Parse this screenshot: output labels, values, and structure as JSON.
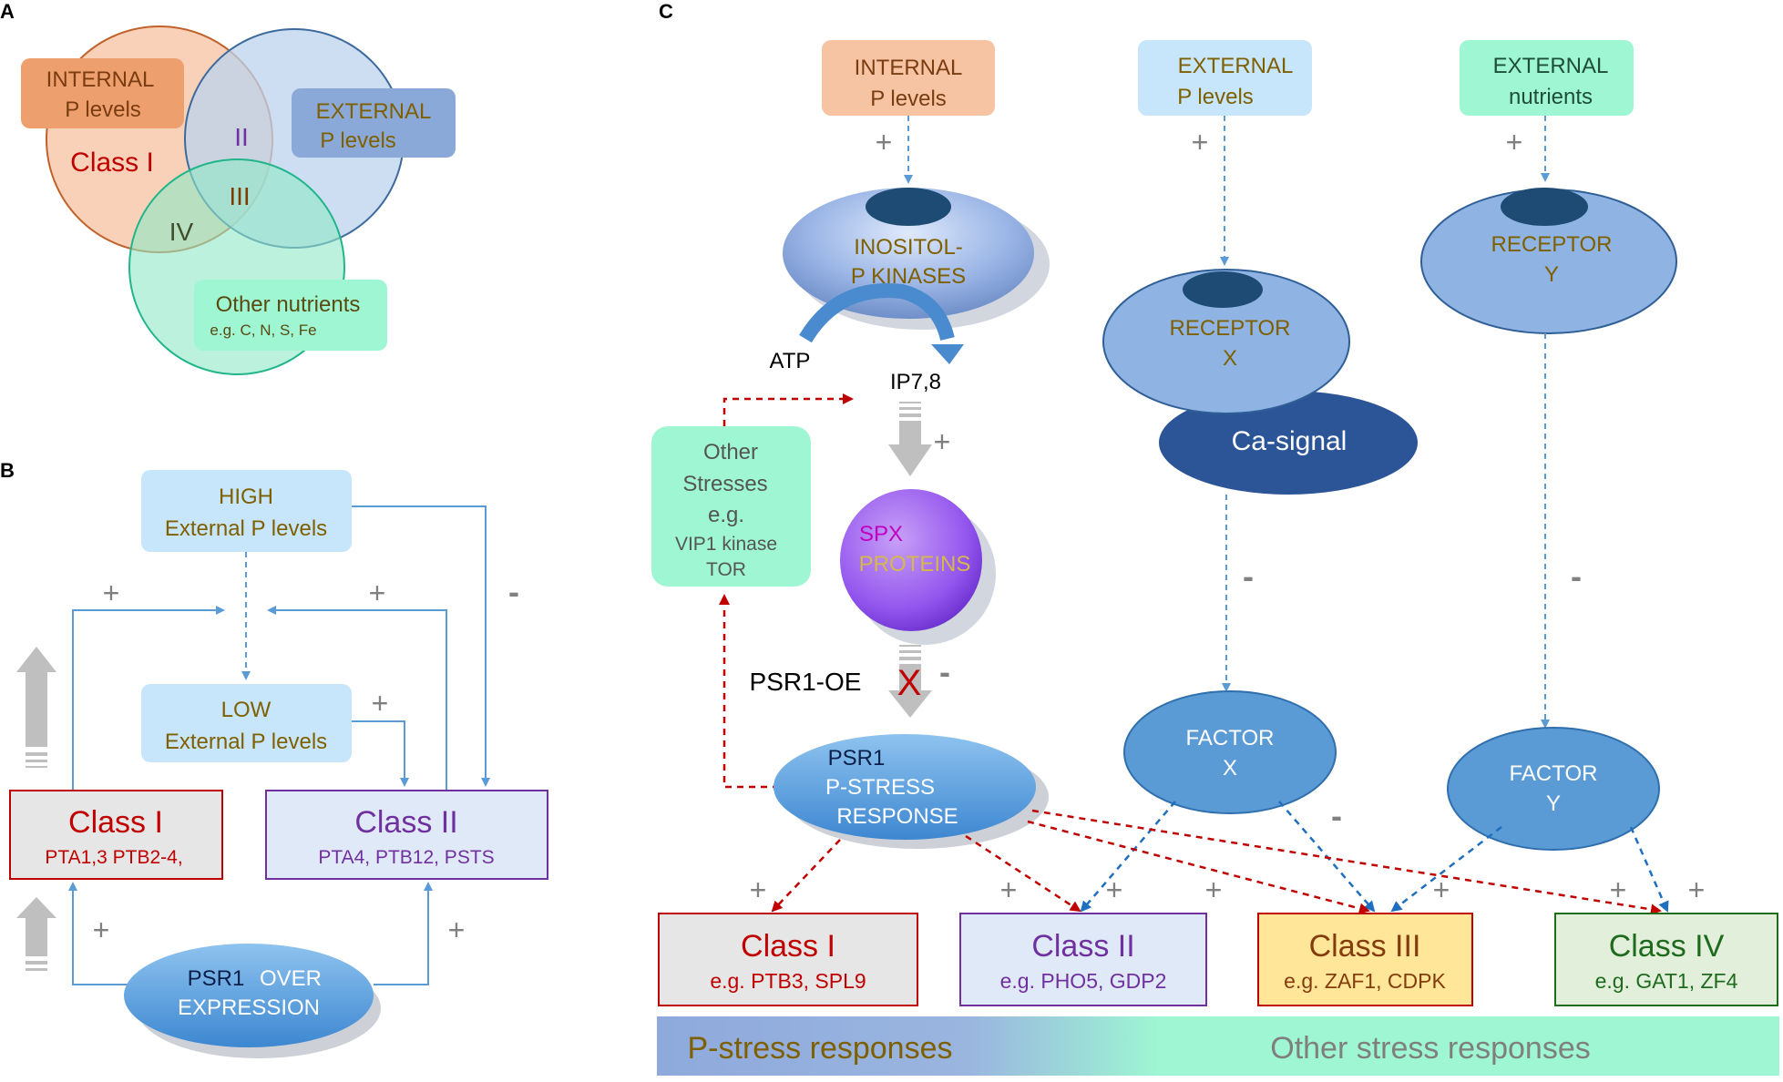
{
  "panel_a": {
    "letter": "A",
    "internal_box": [
      "INTERNAL",
      "P levels"
    ],
    "external_box": [
      "EXTERNAL",
      "P levels"
    ],
    "other_box": [
      "Other nutrients",
      "e.g. C, N, S, Fe"
    ],
    "class_i": "Class I",
    "class_ii": "II",
    "class_iii": "III",
    "class_iv": "IV"
  },
  "panel_b": {
    "letter": "B",
    "high_box": [
      "HIGH",
      "External P levels"
    ],
    "low_box": [
      "LOW",
      "External P levels"
    ],
    "class_i": {
      "title": "Class I",
      "genes": "PTA1,3 PTB2-4,"
    },
    "class_ii": {
      "title": "Class II",
      "genes": "PTA4, PTB12, PSTS"
    },
    "psr1_over": [
      "PSR1",
      "OVER",
      "EXPRESSION"
    ],
    "plus": "+",
    "minus": "-"
  },
  "panel_c": {
    "letter": "C",
    "internal_p": [
      "INTERNAL",
      "P levels"
    ],
    "external_p": [
      "EXTERNAL",
      "P levels"
    ],
    "external_nutrients": [
      "EXTERNAL",
      "nutrients"
    ],
    "inositol": [
      "INOSITOL-",
      "P KINASES"
    ],
    "atp": "ATP",
    "ip78": "IP7,8",
    "receptor_x": [
      "RECEPTOR",
      "X"
    ],
    "receptor_y": [
      "RECEPTOR",
      "Y"
    ],
    "ca_signal": "Ca-signal",
    "other_stresses": [
      "Other",
      "Stresses",
      "e.g.",
      "VIP1 kinase",
      "TOR"
    ],
    "spx": [
      "SPX",
      "PROTEINS"
    ],
    "psr1_oe": "PSR1-OE",
    "x_mark": "X",
    "psr1": [
      "PSR1",
      "P-STRESS",
      "RESPONSE"
    ],
    "factor_x": [
      "FACTOR",
      "X"
    ],
    "factor_y": [
      "FACTOR",
      "Y"
    ],
    "class_i": {
      "title": "Class I",
      "example": "e.g. PTB3, SPL9"
    },
    "class_ii": {
      "title": "Class II",
      "example": "e.g. PHO5, GDP2"
    },
    "class_iii": {
      "title": "Class III",
      "example": "e.g. ZAF1, CDPK"
    },
    "class_iv": {
      "title": "Class IV",
      "example": "e.g. GAT1, ZF4"
    },
    "p_stress_responses": "P-stress responses",
    "other_stress_responses": "Other stress responses",
    "plus": "+",
    "minus": "-"
  },
  "colors": {
    "orange_fill": "#f2b48c",
    "orange_dark": "#d47a44",
    "blue_box": "#c7e6fb",
    "blue_med": "#8fb4e3",
    "green_box": "#9ef7d2",
    "red_text": "#c00000",
    "purple_text": "#7030a0",
    "olive_text": "#7f6000",
    "green_text": "#1e6b1e",
    "red_arrow": "#c00000",
    "blue_arrow": "#5b9bd5"
  }
}
